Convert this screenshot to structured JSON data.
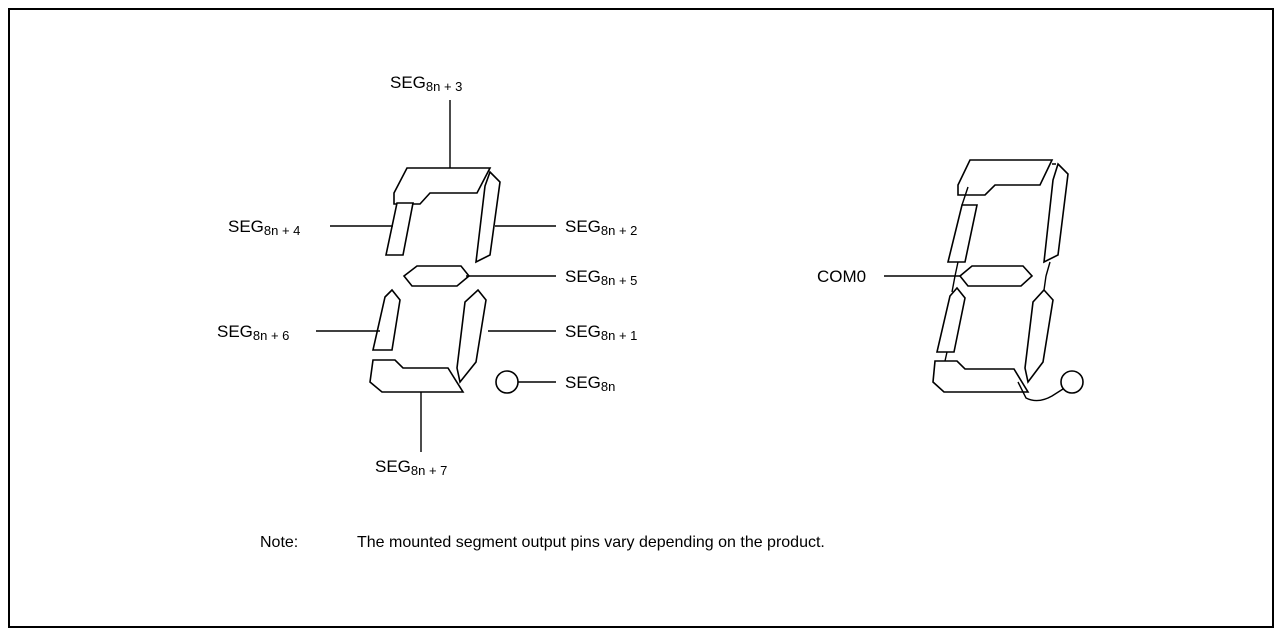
{
  "diagram": {
    "labels": {
      "seg3": {
        "base": "SEG",
        "sub": "8n + 3"
      },
      "seg4": {
        "base": "SEG",
        "sub": "8n + 4"
      },
      "seg2": {
        "base": "SEG",
        "sub": "8n + 2"
      },
      "seg5": {
        "base": "SEG",
        "sub": "8n + 5"
      },
      "seg6": {
        "base": "SEG",
        "sub": "8n + 6"
      },
      "seg1": {
        "base": "SEG",
        "sub": "8n + 1"
      },
      "seg0": {
        "base": "SEG",
        "sub": "8n"
      },
      "seg7": {
        "base": "SEG",
        "sub": "8n + 7"
      },
      "com": "COM0"
    },
    "note": {
      "label": "Note:",
      "text": "The mounted segment output pins vary depending on the product."
    }
  }
}
